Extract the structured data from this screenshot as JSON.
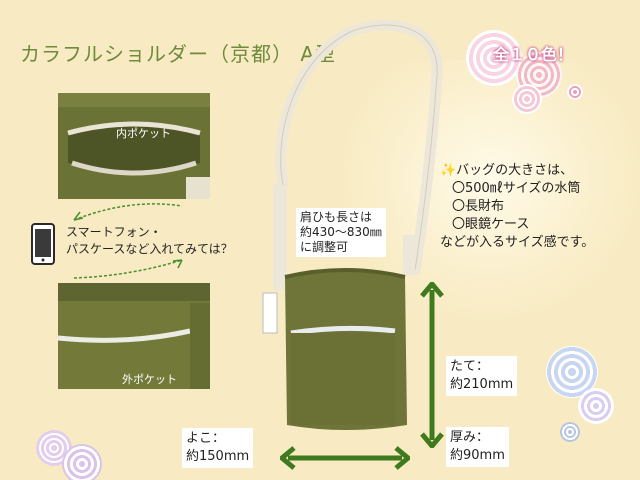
{
  "title": "カラフルショルダー（京都） A型",
  "badge": "全１０色！",
  "inner_pocket_label": "内ポケット",
  "outer_pocket_label": "外ポケット",
  "phone_caption": {
    "line1": "スマートフォン・",
    "line2": "パスケースなど入れてみては？"
  },
  "strap_note": {
    "line1": "肩ひも長さは",
    "line2": "約430〜830㎜",
    "line3": "に調整可"
  },
  "size_note": {
    "line1": "✨バッグの大きさは、",
    "line2": "〇500㎖サイズの水筒",
    "line3": "〇長財布",
    "line4": "〇眼鏡ケース",
    "line5": "などが入るサイズ感です。"
  },
  "dims": {
    "height_label": "たて：",
    "height_value": "約210mm",
    "width_label": "よこ：",
    "width_value": "約150mm",
    "depth_label": "厚み：",
    "depth_value": "約90mm"
  },
  "colors": {
    "background": "#f8ebc3",
    "title": "#6f8a3c",
    "bag": "#6f7538",
    "arrow": "#3f7a1e",
    "badge_outline": "#c94a86"
  }
}
